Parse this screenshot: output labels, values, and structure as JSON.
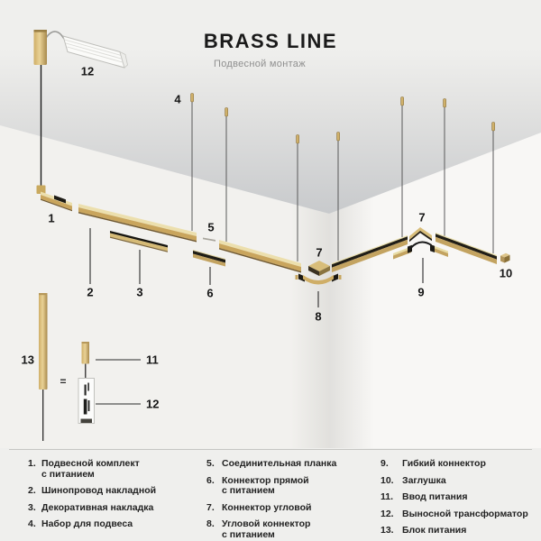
{
  "header": {
    "title": "BRASS LINE",
    "subtitle": "Подвесной монтаж"
  },
  "scene": {
    "callouts": {
      "c12top": "12",
      "c1": "1",
      "c2": "2",
      "c3": "3",
      "c4": "4",
      "c5": "5",
      "c6": "6",
      "c7a": "7",
      "c7b": "7",
      "c8": "8",
      "c9": "9",
      "c10": "10",
      "c11": "11",
      "c12": "12",
      "c13": "13",
      "equals": "="
    },
    "parts": {
      "pendant_kit": "Подвесной комплект с питанием",
      "track": "Шинопровод накладной",
      "cover": "Декоративная накладка",
      "suspension": "Набор для подвеса",
      "plate": "Соединительная планка",
      "straight_connector": "Коннектор прямой с питанием",
      "corner_connector": "Коннектор угловой",
      "power_corner_connector": "Угловой коннектор с питанием",
      "flexible_connector": "Гибкий коннектор",
      "end_cap": "Заглушка",
      "power_input": "Ввод питания",
      "transformer": "Выносной трансформатор",
      "power_unit": "Блок питания"
    },
    "colors": {
      "brass_light": "#ecdfad",
      "brass": "#c9a55e",
      "brass_dark": "#6f5830",
      "black_part": "#1b1914",
      "ceiling": "#c8cacc",
      "wall_left": "#f2f1ee",
      "wall_right": "#f8f7f5",
      "leader_line": "#2b2b2b",
      "text": "#1d1d1d",
      "subtitle": "#8f8f8f"
    }
  },
  "legend": {
    "columns": [
      {
        "items": [
          {
            "num": "1.",
            "line1": "Подвесной комплект",
            "line2": "с питанием"
          },
          {
            "num": "2.",
            "line1": "Шинопровод накладной"
          },
          {
            "num": "3.",
            "line1": "Декоративная накладка"
          },
          {
            "num": "4.",
            "line1": "Набор для подвеса"
          }
        ]
      },
      {
        "items": [
          {
            "num": "5.",
            "line1": "Соединительная планка"
          },
          {
            "num": "6.",
            "line1": "Коннектор прямой",
            "line2": "с питанием"
          },
          {
            "num": "7.",
            "line1": "Коннектор угловой"
          },
          {
            "num": "8.",
            "line1": "Угловой коннектор",
            "line2": "с питанием"
          }
        ]
      },
      {
        "items": [
          {
            "num": "9.",
            "line1": "Гибкий коннектор"
          },
          {
            "num": "10.",
            "line1": "Заглушка"
          },
          {
            "num": "11.",
            "line1": "Ввод питания"
          },
          {
            "num": "12.",
            "line1": "Выносной трансформатор"
          },
          {
            "num": "13.",
            "line1": "Блок питания"
          }
        ]
      }
    ]
  }
}
